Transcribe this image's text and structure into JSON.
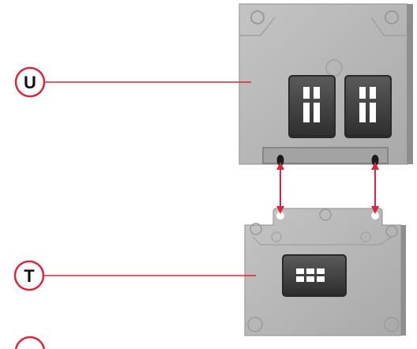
{
  "callouts": [
    {
      "letter": "U"
    },
    {
      "letter": "T"
    },
    {
      "letter": ""
    }
  ],
  "colors": {
    "callout": "#d7263d",
    "arrow": "#d7263d",
    "panel": "#b3b3b3",
    "panel_edge": "#8e8e8e",
    "block": "#3f3f3f",
    "window": "#ffffff",
    "background": "#ffffff"
  },
  "icons": {
    "upper_panel": "gray-panel-with-two-blocks",
    "lower_panel": "gray-panel-with-one-block",
    "connector_arrows": "double-headed-arrow"
  }
}
